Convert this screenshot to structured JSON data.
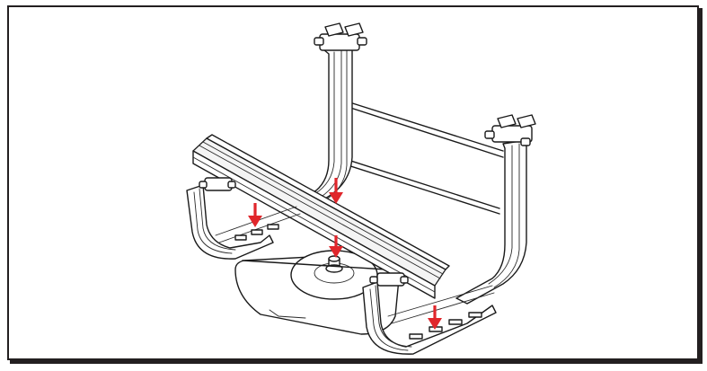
{
  "diagram": {
    "frame_color": "#231f20",
    "line_color": "#1a1a1a",
    "arrow_color": "#e0262b",
    "arrows": [
      {
        "name": "arrow-top-center",
        "direction": "down"
      },
      {
        "name": "arrow-left-bracket",
        "direction": "down"
      },
      {
        "name": "arrow-center-plate",
        "direction": "down"
      },
      {
        "name": "arrow-front-bracket",
        "direction": "down"
      }
    ],
    "parts": [
      "back-left-upright",
      "back-right-upright",
      "front-left-bracket",
      "front-right-bracket",
      "top-rail",
      "base-plate",
      "center-disc",
      "center-bolt",
      "cross-rods"
    ]
  }
}
